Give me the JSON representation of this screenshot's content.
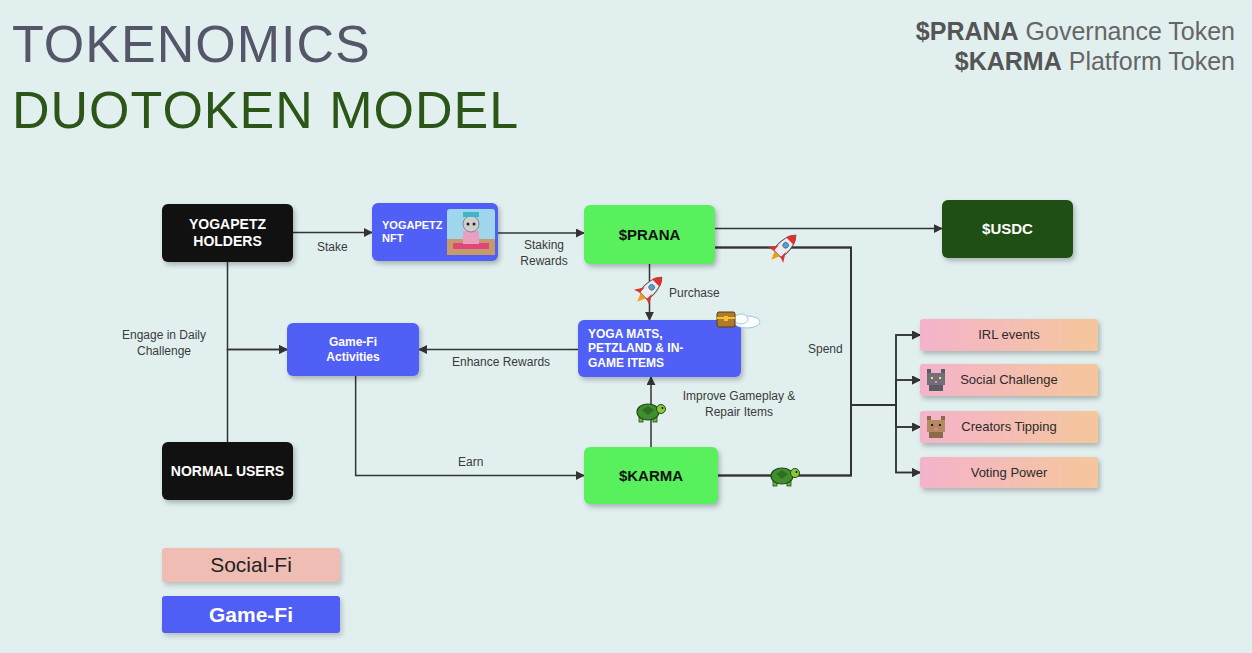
{
  "diagram": {
    "title": "TOKENOMICS",
    "nodes": [
      {
        "text": [
          "YOGAPETZ HOLDERS"
        ]
      },
      {
        "text": [
          "YOGAPETZ NFT"
        ]
      },
      {
        "text": [
          "$PRANA"
        ]
      },
      {
        "text": [
          "$USDC"
        ]
      },
      {
        "text": [
          "Game-Fi Activities"
        ]
      },
      {
        "text": [
          "YOGA MATS, PETZLAND & IN-GAME ITEMS"
        ]
      },
      {
        "text": [
          "IRL events"
        ]
      },
      {
        "text": [
          "Social Challenge"
        ]
      },
      {
        "text": [
          "Creators Tipping"
        ]
      },
      {
        "text": [
          "Voting Power"
        ]
      },
      {
        "text": [
          "NORMAL USERS"
        ]
      },
      {
        "text": [
          "$KARMA"
        ]
      }
    ],
    "edges": [
      {
        "from": 0,
        "to": 1,
        "label": "Stake",
        "arrow": "to"
      },
      {
        "from": 1,
        "to": 2,
        "label": "Staking Rewards",
        "arrow": "to"
      },
      {
        "from": 2,
        "to": 3,
        "arrow": "to"
      },
      {
        "from": 2,
        "to": 5,
        "label": "Purchase",
        "arrow": "to"
      },
      {
        "from": 5,
        "to": 4,
        "label": "Enhance Rewards",
        "arrow": "to"
      },
      {
        "from": 11,
        "to": 5,
        "label": "Improve Gameplay & Repair Items",
        "arrow": "to"
      },
      {
        "from": 4,
        "to": 11,
        "label": "Earn",
        "arrow": "to"
      },
      {
        "from": 0,
        "to": 4,
        "label": "Engage in Daily Challenge",
        "arrow": "to"
      },
      {
        "from": 10,
        "to": 4,
        "arrow": "to"
      },
      {
        "from": 2,
        "to": 6,
        "label": "Spend",
        "arrow": "to"
      },
      {
        "from": 2,
        "to": 7,
        "arrow": "to"
      },
      {
        "from": 2,
        "to": 8,
        "arrow": "to"
      },
      {
        "from": 2,
        "to": 9,
        "arrow": "to"
      },
      {
        "from": 11,
        "to": 6,
        "arrow": "to"
      },
      {
        "from": 11,
        "to": 7,
        "arrow": "to"
      },
      {
        "from": 11,
        "to": 8,
        "arrow": "to"
      },
      {
        "from": 11,
        "to": 9,
        "arrow": "to"
      }
    ],
    "labels": [
      "DUOTOKEN MODEL",
      "$PRANA",
      "Governance Token",
      "$KARMA",
      "Platform Token"
    ],
    "legend": [
      {
        "text": "Social-Fi",
        "color": "#f0bdb4"
      },
      {
        "text": "Game-Fi",
        "color": "#4f5ef5"
      }
    ]
  }
}
